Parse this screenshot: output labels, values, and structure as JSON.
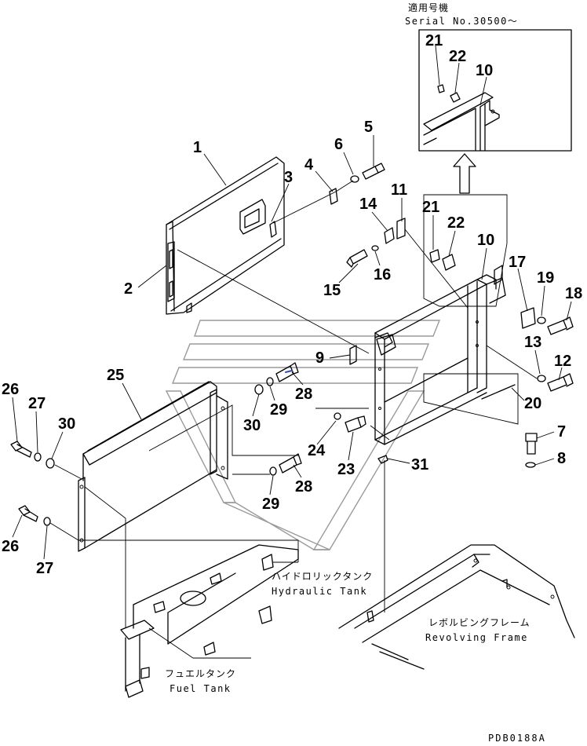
{
  "serial_note": {
    "jp": "適用号機",
    "en": "Serial No.30500～"
  },
  "labels": {
    "hydraulic_tank_jp": "ハイドロリックタンク",
    "hydraulic_tank_en": "Hydraulic Tank",
    "revolving_frame_jp": "レボルビングフレーム",
    "revolving_frame_en": "Revolving Frame",
    "fuel_tank_jp": "フュエルタンク",
    "fuel_tank_en": "Fuel Tank"
  },
  "drawing_code": "PDB0188A",
  "part_numbers": {
    "p1": "1",
    "p2": "2",
    "p3": "3",
    "p4": "4",
    "p5": "5",
    "p6": "6",
    "p7": "7",
    "p8": "8",
    "p9": "9",
    "p10a": "10",
    "p10b": "10",
    "p11": "11",
    "p12": "12",
    "p13": "13",
    "p14": "14",
    "p15": "15",
    "p16": "16",
    "p17": "17",
    "p18": "18",
    "p19": "19",
    "p20": "20",
    "p21a": "21",
    "p21b": "21",
    "p22a": "22",
    "p22b": "22",
    "p23": "23",
    "p24": "24",
    "p25": "25",
    "p26a": "26",
    "p26b": "26",
    "p27a": "27",
    "p27b": "27",
    "p28a": "28",
    "p28b": "28",
    "p29a": "29",
    "p29b": "29",
    "p30a": "30",
    "p30b": "30",
    "p31": "31"
  }
}
